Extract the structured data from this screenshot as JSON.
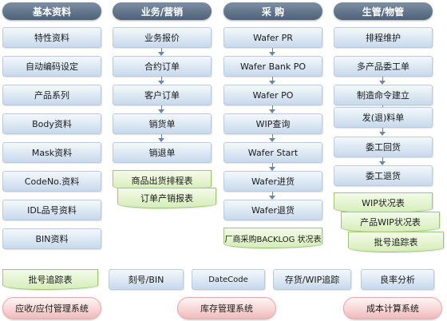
{
  "columns": {
    "basic": {
      "title": "基本资料",
      "items": [
        "特性资料",
        "自动编码设定",
        "产品系列",
        "Body资料",
        "Mask资料",
        "CodeNo.资料",
        "IDL品号资料",
        "BIN资料"
      ]
    },
    "sales": {
      "title": "业务/营销",
      "items": [
        "业务报价",
        "合约订单",
        "客户订单",
        "销货单",
        "销退单"
      ],
      "reports": [
        "商品出货排程表",
        "订单产销报表"
      ]
    },
    "purchase": {
      "title": "采 购",
      "items": [
        "Wafer PR",
        "Wafer Bank PO",
        "Wafer PO",
        "WIP查询",
        "Wafer Start",
        "Wafer进货",
        "Wafer退货"
      ],
      "reports": [
        "厂商采购BACKLOG 状况表"
      ]
    },
    "production": {
      "title": "生管/物管",
      "items": [
        "排程维护",
        "多产品委工单",
        "制造命令建立",
        "发(退)料单",
        "委工回货",
        "委工退货"
      ],
      "reports": [
        "WIP状况表",
        "产品WIP状况表",
        "批号追踪表"
      ]
    }
  },
  "bottom_row": {
    "lot_report": "批号追踪表",
    "marking": "刻号/BIN",
    "datecode": "DateCode",
    "inventory_wip": "存货/WIP追踪",
    "yield": "良率分析"
  },
  "systems": {
    "ar_ap": "应收/应付管理系统",
    "inventory": "库存管理系统",
    "costing": "成本计算系统"
  }
}
